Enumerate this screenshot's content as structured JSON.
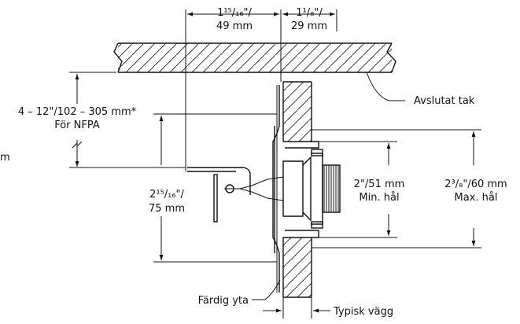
{
  "colors": {
    "line": "#111111",
    "background": "#ffffff"
  },
  "labels": {
    "width_left_line1": "1¹⁵/₁₆\"/",
    "width_left_line2": "49 mm",
    "width_right_line1": "1¹/₈\"/",
    "width_right_line2": "29 mm",
    "drop_line1": "4 – 12\"/102 – 305 mm*",
    "drop_line2": "För NFPA",
    "ceiling": "Avslutat tak",
    "height_line1": "2¹⁵/₁₆\"/",
    "height_line2": "75 mm",
    "min_hole_line1": "2\"/51 mm",
    "min_hole_line2": "Min. hål",
    "max_hole_line1": "2³/₈\"/60 mm",
    "max_hole_line2": "Max. hål",
    "finished_surface": "Färdig yta",
    "typical_wall": "Typisk vägg",
    "cut_off_left": "m"
  }
}
